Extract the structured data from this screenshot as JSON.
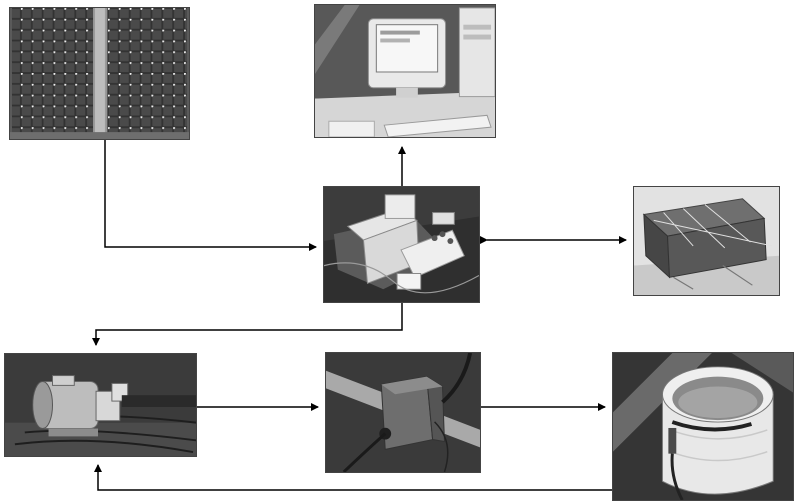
{
  "diagram": {
    "nodes": [
      {
        "id": "solar-panels",
        "icon": "solar-panel-photo"
      },
      {
        "id": "computer",
        "icon": "computer-photo"
      },
      {
        "id": "controller",
        "icon": "controller-photo"
      },
      {
        "id": "battery",
        "icon": "battery-photo"
      },
      {
        "id": "motor-pump",
        "icon": "motor-pump-photo"
      },
      {
        "id": "pump-box",
        "icon": "pump-box-photo"
      },
      {
        "id": "water-tank",
        "icon": "water-tank-photo"
      }
    ],
    "edges": [
      {
        "from": "solar-panels",
        "to": "controller",
        "direction": "forward"
      },
      {
        "from": "controller",
        "to": "computer",
        "direction": "forward"
      },
      {
        "from": "controller",
        "to": "battery",
        "direction": "both"
      },
      {
        "from": "controller",
        "to": "motor-pump",
        "direction": "forward"
      },
      {
        "from": "motor-pump",
        "to": "pump-box",
        "direction": "forward"
      },
      {
        "from": "pump-box",
        "to": "water-tank",
        "direction": "forward"
      },
      {
        "from": "water-tank",
        "to": "motor-pump",
        "direction": "forward"
      }
    ]
  }
}
